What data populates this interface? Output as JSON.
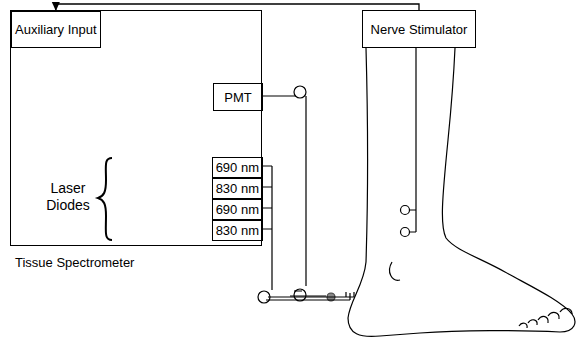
{
  "diagram": {
    "nodes": [
      {
        "text": [
          "Tissue Spectrometer"
        ]
      },
      {
        "text": [
          "Auxiliary Input"
        ],
        "in": 0
      },
      {
        "text": [
          "PMT"
        ],
        "in": 0
      },
      {
        "text": [
          "690 nm"
        ],
        "in": 0
      },
      {
        "text": [
          "830 nm"
        ],
        "in": 0
      },
      {
        "text": [
          "690 nm"
        ],
        "in": 0
      },
      {
        "text": [
          "830 nm"
        ],
        "in": 0
      },
      {
        "text": [
          "Nerve Stimulator"
        ]
      }
    ],
    "edges": [
      {
        "from": 7,
        "to": 1,
        "arrow": "to"
      }
    ],
    "labels": [
      "Laser Diodes"
    ]
  }
}
